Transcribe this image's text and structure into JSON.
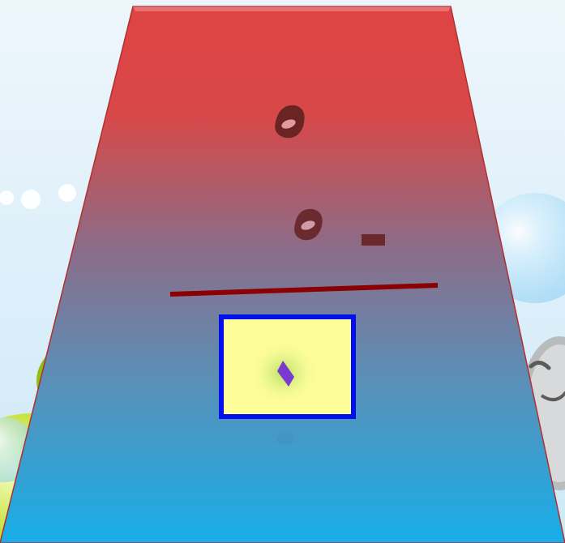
{
  "game": {
    "colors": {
      "board_top": "#dd4444",
      "board_mid": "#8a6a86",
      "board_bottom": "#1ea8e4",
      "wall_line": "#8b0000",
      "target_border": "#0011ee",
      "target_fill": "#fdfd99",
      "target_glow": "#c8e86a",
      "player": "#7a3ad0",
      "dark_piece": "#6a2a2a",
      "background_sky": "#dff0fa"
    },
    "elements": {
      "board": "trapezoid-board",
      "pieces": [
        "ring-piece",
        "ring-piece",
        "small-block"
      ],
      "line": "red-barrier-line",
      "target": "target-zone",
      "player": "player-diamond"
    }
  }
}
